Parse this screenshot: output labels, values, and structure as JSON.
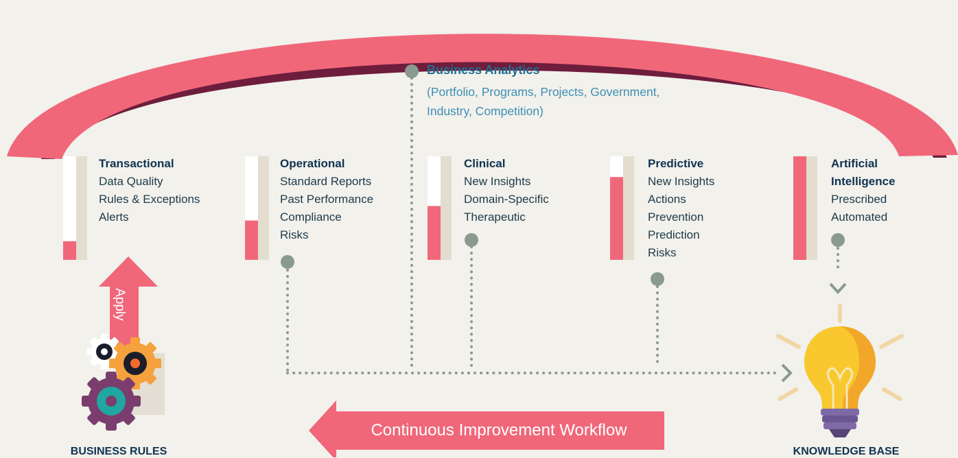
{
  "business_analytics": {
    "title": "Business Analytics",
    "subtitle_line1": "(Portfolio, Programs, Projects, Government,",
    "subtitle_line2": "Industry, Competition)"
  },
  "stages": [
    {
      "title": "Transactional",
      "items": [
        "Data Quality",
        "Rules & Exceptions",
        "Alerts"
      ],
      "level": 0.18
    },
    {
      "title": "Operational",
      "items": [
        "Standard Reports",
        "Past Performance",
        "Compliance",
        "Risks"
      ],
      "level": 0.38
    },
    {
      "title": "Clinical",
      "items": [
        "New Insights",
        "Domain-Specific",
        "Therapeutic"
      ],
      "level": 0.52
    },
    {
      "title": "Predictive",
      "items": [
        "New Insights",
        "Actions",
        "Prevention",
        "Prediction",
        "Risks"
      ],
      "level": 0.8
    },
    {
      "title_line1": "Artificial",
      "title_line2": "Intelligence",
      "items": [
        "Prescribed",
        "Automated"
      ],
      "level": 1.0
    }
  ],
  "apply_label": "Apply",
  "workflow_label": "Continuous Improvement Workflow",
  "business_rules_label": "BUSINESS RULES",
  "knowledge_base_label": "KNOWLEDGE BASE",
  "icons": {
    "gears": "gears-icon",
    "lightbulb": "lightbulb-icon",
    "node": "node-dot-icon"
  },
  "colors": {
    "background": "#f2f1ec",
    "arc": "#f0677a",
    "arc_shadow": "#6e1d3c",
    "bar_fill": "#f0677a",
    "bar_empty": "#ffffff",
    "dots": "#8a9a8f",
    "title": "#0f3350",
    "analytics": "#1f6f93",
    "text": "#1d3a4a"
  }
}
